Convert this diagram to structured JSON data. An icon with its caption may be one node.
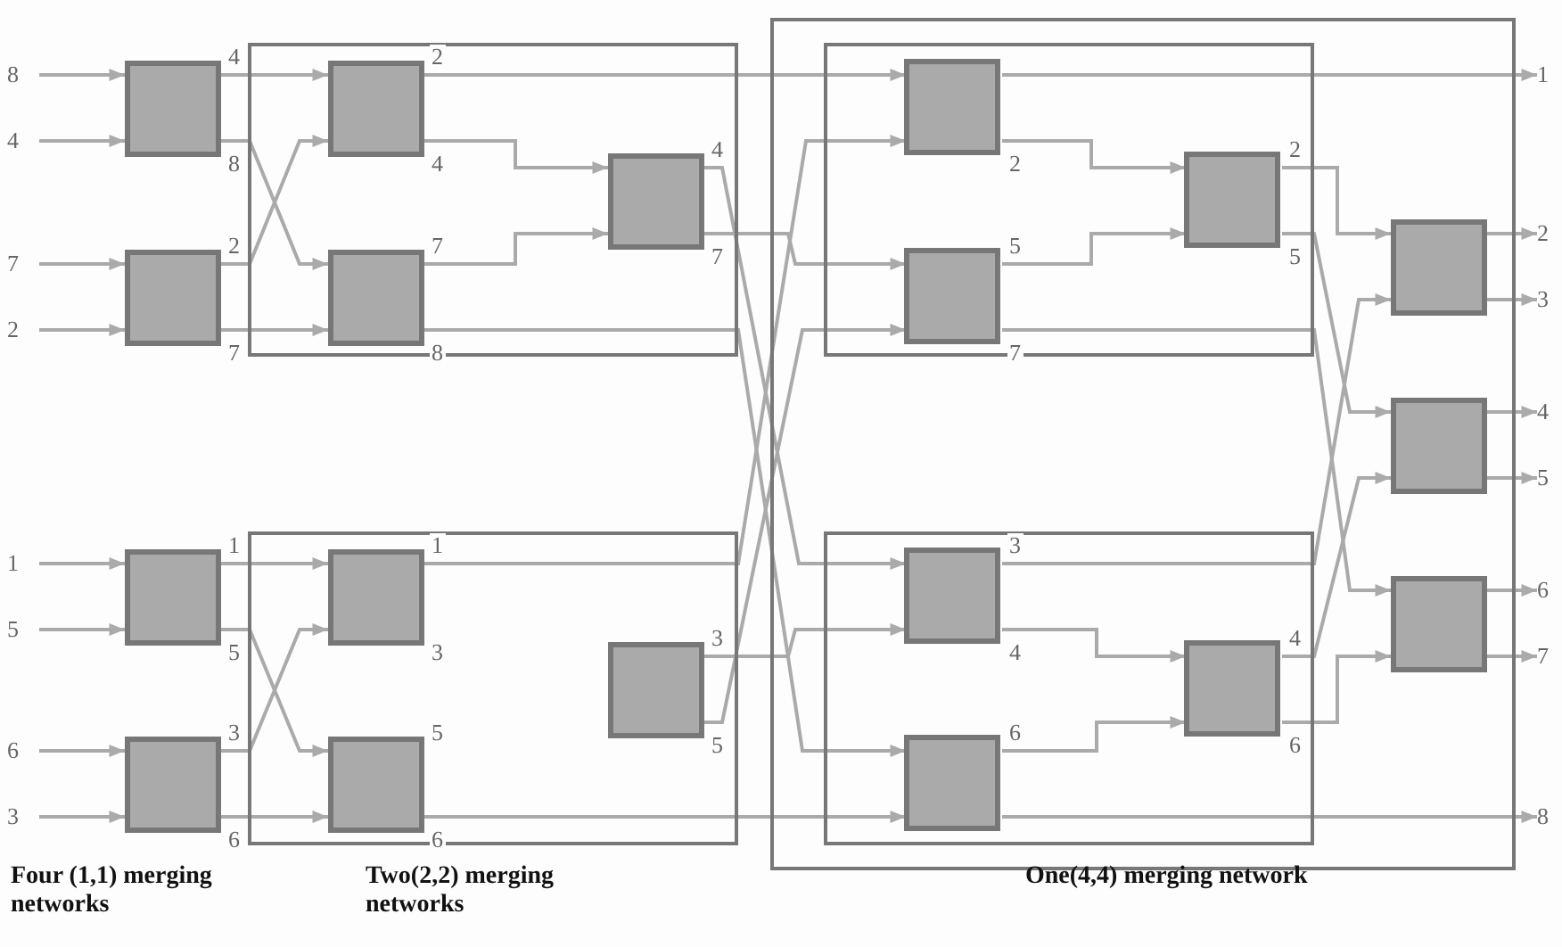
{
  "diagram": {
    "nodes": [
      {
        "text": [
          "8"
        ]
      },
      {
        "text": [
          "4"
        ]
      },
      {
        "text": [
          "7"
        ]
      },
      {
        "text": [
          "2"
        ]
      },
      {
        "text": [
          "1"
        ]
      },
      {
        "text": [
          "5"
        ]
      },
      {
        "text": [
          "6"
        ]
      },
      {
        "text": [
          "3"
        ]
      },
      {
        "text": [],
        "shape": "box",
        "beside": [
          "4",
          "8"
        ]
      },
      {
        "text": [],
        "shape": "box",
        "beside": [
          "2",
          "7"
        ]
      },
      {
        "text": [],
        "shape": "box",
        "beside": [
          "1",
          "5"
        ]
      },
      {
        "text": [],
        "shape": "box",
        "beside": [
          "3",
          "6"
        ]
      },
      {
        "text": [],
        "shape": "box"
      },
      {
        "text": [],
        "shape": "box",
        "in": 12,
        "beside": [
          "2",
          "4"
        ]
      },
      {
        "text": [],
        "shape": "box",
        "in": 12,
        "beside": [
          "7",
          "8"
        ]
      },
      {
        "text": [],
        "shape": "box",
        "in": 12,
        "beside": [
          "4",
          "7"
        ]
      },
      {
        "text": [],
        "shape": "box"
      },
      {
        "text": [],
        "shape": "box",
        "in": 16,
        "beside": [
          "1",
          "3"
        ]
      },
      {
        "text": [],
        "shape": "box",
        "in": 16,
        "beside": [
          "5",
          "6"
        ]
      },
      {
        "text": [],
        "shape": "box",
        "in": 16,
        "beside": [
          "3",
          "5"
        ]
      },
      {
        "text": [],
        "shape": "box"
      },
      {
        "text": [],
        "shape": "box",
        "in": 20
      },
      {
        "text": [],
        "shape": "box",
        "in": 21,
        "beside": [
          "2"
        ]
      },
      {
        "text": [],
        "shape": "box",
        "in": 21,
        "beside": [
          "5",
          "7"
        ]
      },
      {
        "text": [],
        "shape": "box",
        "in": 21,
        "beside": [
          "2",
          "5"
        ]
      },
      {
        "text": [],
        "shape": "box",
        "in": 20
      },
      {
        "text": [],
        "shape": "box",
        "in": 25,
        "beside": [
          "3",
          "4"
        ]
      },
      {
        "text": [],
        "shape": "box",
        "in": 25,
        "beside": [
          "6"
        ]
      },
      {
        "text": [],
        "shape": "box",
        "in": 25,
        "beside": [
          "4",
          "6"
        ]
      },
      {
        "text": [],
        "shape": "box",
        "in": 20
      },
      {
        "text": [],
        "shape": "box",
        "in": 20
      },
      {
        "text": [],
        "shape": "box",
        "in": 20
      },
      {
        "text": [
          "1"
        ]
      },
      {
        "text": [
          "2"
        ]
      },
      {
        "text": [
          "3"
        ]
      },
      {
        "text": [
          "4"
        ]
      },
      {
        "text": [
          "5"
        ]
      },
      {
        "text": [
          "6"
        ]
      },
      {
        "text": [
          "7"
        ]
      },
      {
        "text": [
          "8"
        ]
      }
    ],
    "edges": [
      {
        "from": 0,
        "to": 8,
        "arrow": "to"
      },
      {
        "from": 1,
        "to": 8,
        "arrow": "to"
      },
      {
        "from": 2,
        "to": 9,
        "arrow": "to"
      },
      {
        "from": 3,
        "to": 9,
        "arrow": "to"
      },
      {
        "from": 4,
        "to": 10,
        "arrow": "to"
      },
      {
        "from": 5,
        "to": 10,
        "arrow": "to"
      },
      {
        "from": 6,
        "to": 11,
        "arrow": "to"
      },
      {
        "from": 7,
        "to": 11,
        "arrow": "to"
      },
      {
        "from": 8,
        "to": 13,
        "arrow": "to"
      },
      {
        "from": 8,
        "to": 14,
        "arrow": "to"
      },
      {
        "from": 9,
        "to": 13,
        "arrow": "to"
      },
      {
        "from": 9,
        "to": 14,
        "arrow": "to"
      },
      {
        "from": 10,
        "to": 17,
        "arrow": "to"
      },
      {
        "from": 10,
        "to": 18,
        "arrow": "to"
      },
      {
        "from": 11,
        "to": 17,
        "arrow": "to"
      },
      {
        "from": 11,
        "to": 18,
        "arrow": "to"
      },
      {
        "from": 13,
        "to": 22,
        "arrow": "to"
      },
      {
        "from": 13,
        "to": 15,
        "arrow": "to"
      },
      {
        "from": 14,
        "to": 15,
        "arrow": "to"
      },
      {
        "from": 14,
        "to": 27,
        "arrow": "to"
      },
      {
        "from": 15,
        "to": 26,
        "arrow": "to"
      },
      {
        "from": 15,
        "to": 23,
        "arrow": "to"
      },
      {
        "from": 17,
        "to": 22,
        "arrow": "to"
      },
      {
        "from": 19,
        "to": 26,
        "arrow": "to"
      },
      {
        "from": 19,
        "to": 23,
        "arrow": "to"
      },
      {
        "from": 18,
        "to": 27,
        "arrow": "to"
      },
      {
        "from": 22,
        "to": 32,
        "arrow": "to"
      },
      {
        "from": 22,
        "to": 24,
        "arrow": "to"
      },
      {
        "from": 23,
        "to": 24,
        "arrow": "to"
      },
      {
        "from": 26,
        "to": 28,
        "arrow": "to"
      },
      {
        "from": 27,
        "to": 28,
        "arrow": "to"
      },
      {
        "from": 24,
        "to": 29,
        "arrow": "to"
      },
      {
        "from": 26,
        "to": 29,
        "arrow": "to"
      },
      {
        "from": 24,
        "to": 30,
        "arrow": "to"
      },
      {
        "from": 28,
        "to": 30,
        "arrow": "to"
      },
      {
        "from": 23,
        "to": 31,
        "arrow": "to"
      },
      {
        "from": 28,
        "to": 31,
        "arrow": "to"
      },
      {
        "from": 27,
        "to": 39,
        "arrow": "to"
      },
      {
        "from": 29,
        "to": 33,
        "arrow": "to"
      },
      {
        "from": 29,
        "to": 34,
        "arrow": "to"
      },
      {
        "from": 30,
        "to": 35,
        "arrow": "to"
      },
      {
        "from": 30,
        "to": 36,
        "arrow": "to"
      },
      {
        "from": 31,
        "to": 37,
        "arrow": "to"
      },
      {
        "from": 31,
        "to": 38,
        "arrow": "to"
      }
    ],
    "labels": [
      "Four (1,1) merging networks",
      "Two(2,2) merging networks",
      "One(4,4) merging network"
    ]
  }
}
